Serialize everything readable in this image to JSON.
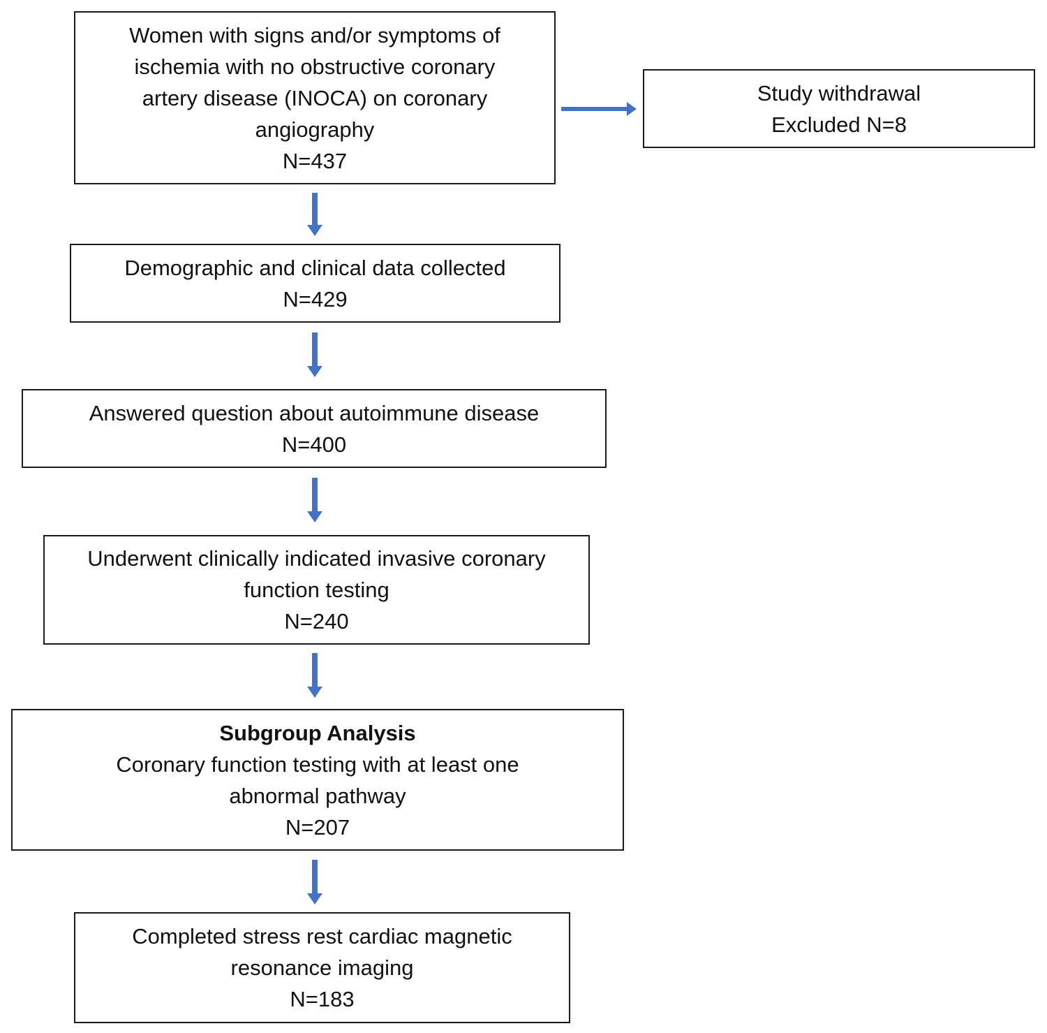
{
  "colors": {
    "arrow": "#4472C4",
    "box_border": "#1a1a1a",
    "text": "#111111",
    "background": "#ffffff"
  },
  "boxes": [
    {
      "id": "enrolled",
      "lines": [
        "Women with signs and/or symptoms of",
        "ischemia with no obstructive coronary",
        "artery disease (INOCA) on coronary",
        "angiography"
      ],
      "count": "N=437"
    },
    {
      "id": "excluded",
      "lines": [
        "Study withdrawal"
      ],
      "count": "Excluded N=8"
    },
    {
      "id": "demographic",
      "lines": [
        "Demographic and clinical data collected"
      ],
      "count": "N=429"
    },
    {
      "id": "autoimmune",
      "lines": [
        "Answered question about autoimmune disease"
      ],
      "count": "N=400"
    },
    {
      "id": "cft",
      "lines": [
        "Underwent clinically indicated invasive coronary",
        "function testing"
      ],
      "count": "N=240"
    },
    {
      "id": "subgroup",
      "heading": "Subgroup Analysis",
      "lines": [
        "Coronary function testing with at least one",
        "abnormal pathway"
      ],
      "count": "N=207"
    },
    {
      "id": "cmr",
      "lines": [
        "Completed stress rest cardiac magnetic",
        "resonance imaging"
      ],
      "count": "N=183"
    }
  ]
}
